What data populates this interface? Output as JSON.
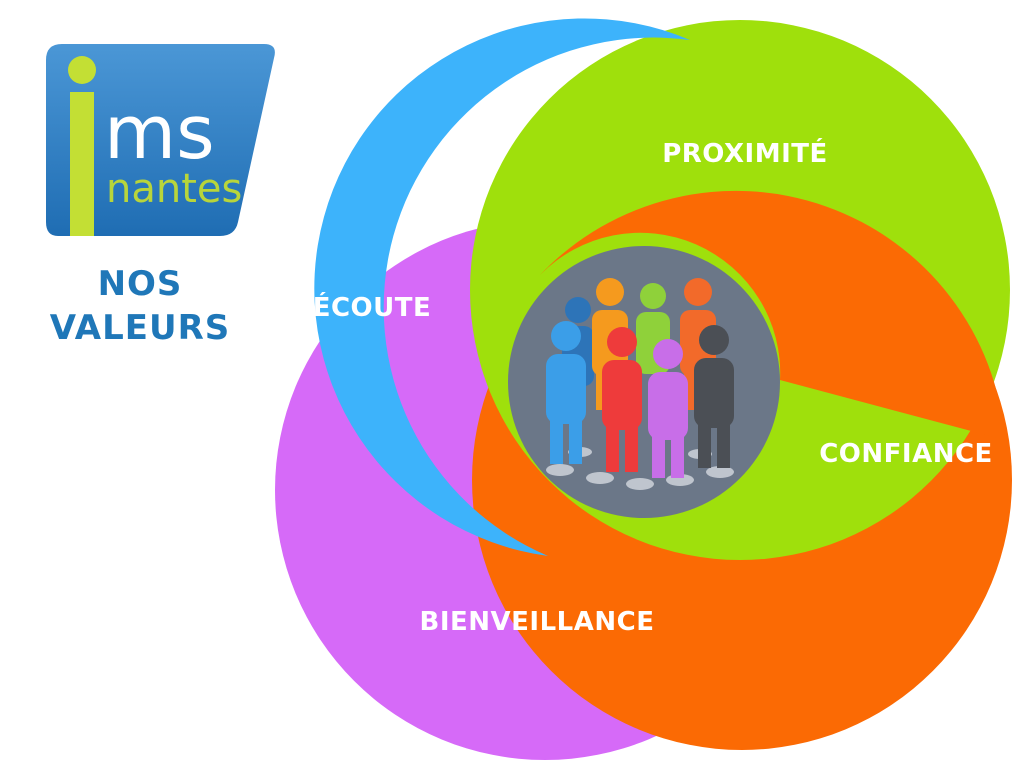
{
  "logo": {
    "brand_main": "ms",
    "brand_sub": "nantes"
  },
  "heading": {
    "line1": "NOS",
    "line2": "VALEURS"
  },
  "values": {
    "ecoute": "ÉCOUTE",
    "proximite": "PROXIMITÉ",
    "confiance": "CONFIANCE",
    "bienveillance": "BIENVEILLANCE"
  },
  "colors": {
    "ecoute": "#3db3fb",
    "proximite": "#9fe00c",
    "confiance": "#fb6a04",
    "bienveillance": "#d66af8",
    "center": "#6b7788",
    "logo_bg": "#2a7cc4",
    "heading": "#1f77b8",
    "logo_accent": "#c3df34"
  },
  "icons": {
    "center": "group-of-people-icon"
  }
}
